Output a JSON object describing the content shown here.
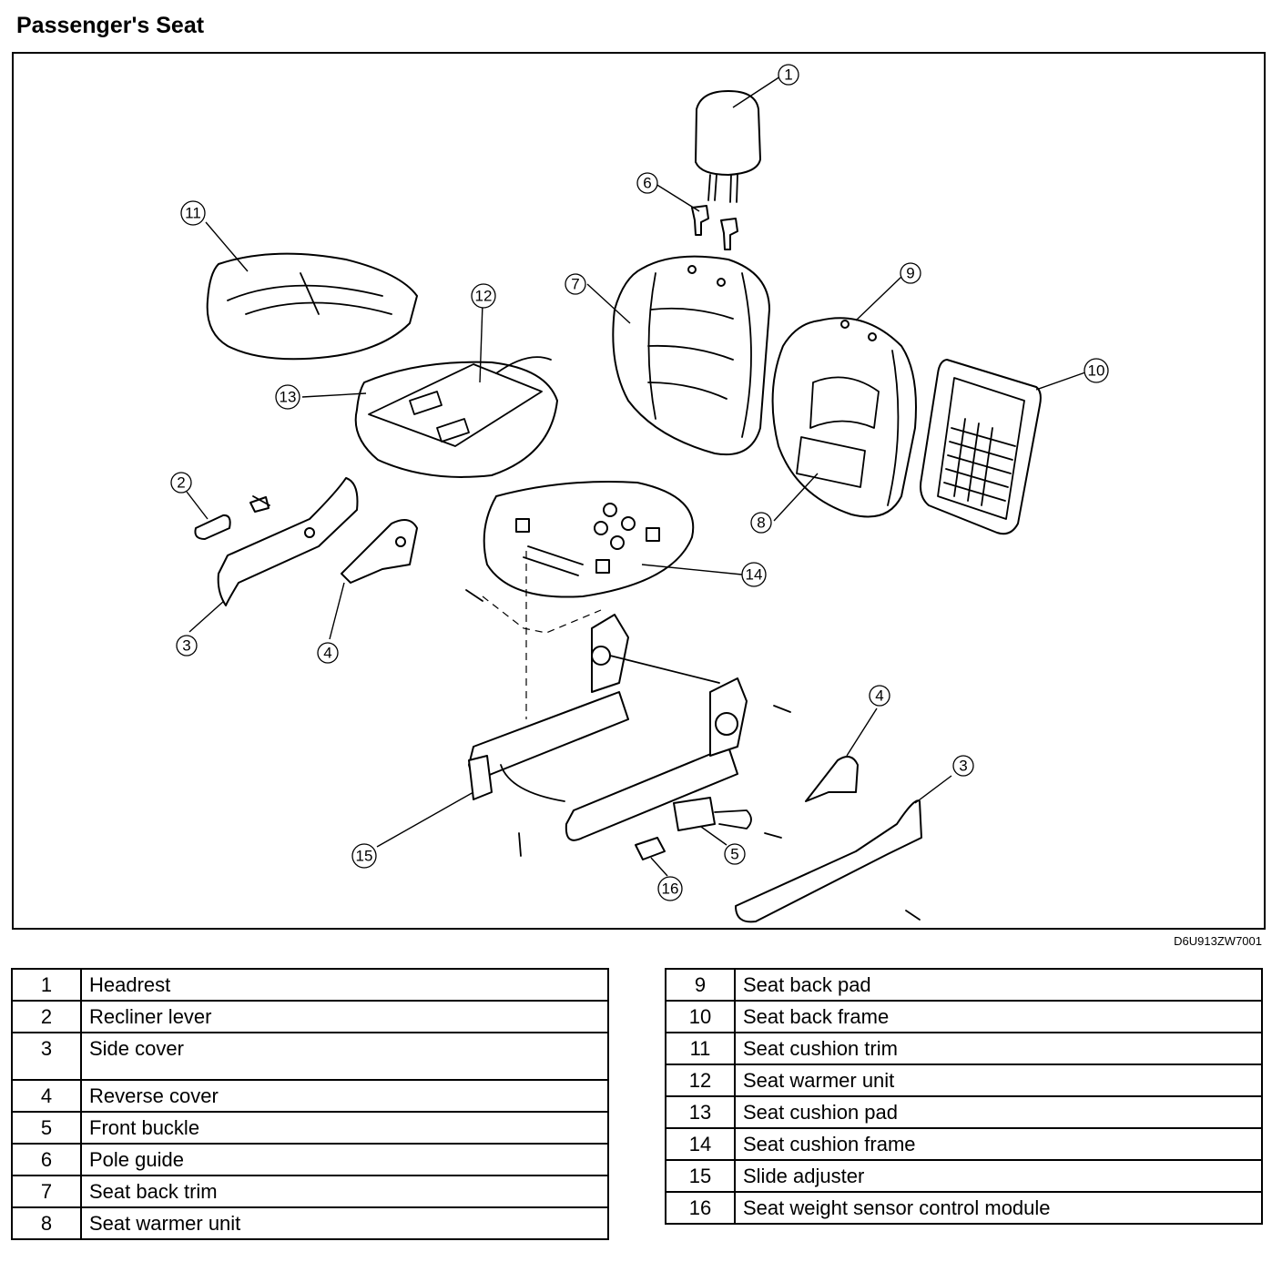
{
  "title": "Passenger's Seat",
  "reference_code": "D6U913ZW7001",
  "callouts": {
    "c1": "1",
    "c2": "2",
    "c3a": "3",
    "c3b": "3",
    "c4a": "4",
    "c4b": "4",
    "c5": "5",
    "c6": "6",
    "c7": "7",
    "c8": "8",
    "c9": "9",
    "c10": "10",
    "c11": "11",
    "c12": "12",
    "c13": "13",
    "c14": "14",
    "c15": "15",
    "c16": "16"
  },
  "parts_left": [
    {
      "num": "1",
      "name": "Headrest"
    },
    {
      "num": "2",
      "name": "Recliner lever"
    },
    {
      "num": "3",
      "name": "Side cover"
    },
    {
      "num": "4",
      "name": "Reverse cover"
    },
    {
      "num": "5",
      "name": "Front buckle"
    },
    {
      "num": "6",
      "name": "Pole guide"
    },
    {
      "num": "7",
      "name": "Seat back trim"
    },
    {
      "num": "8",
      "name": "Seat warmer unit"
    }
  ],
  "parts_right": [
    {
      "num": "9",
      "name": "Seat back pad"
    },
    {
      "num": "10",
      "name": "Seat back frame"
    },
    {
      "num": "11",
      "name": "Seat cushion trim"
    },
    {
      "num": "12",
      "name": "Seat warmer unit"
    },
    {
      "num": "13",
      "name": "Seat cushion pad"
    },
    {
      "num": "14",
      "name": "Seat cushion frame"
    },
    {
      "num": "15",
      "name": "Slide adjuster"
    },
    {
      "num": "16",
      "name": "Seat weight sensor control module"
    }
  ]
}
